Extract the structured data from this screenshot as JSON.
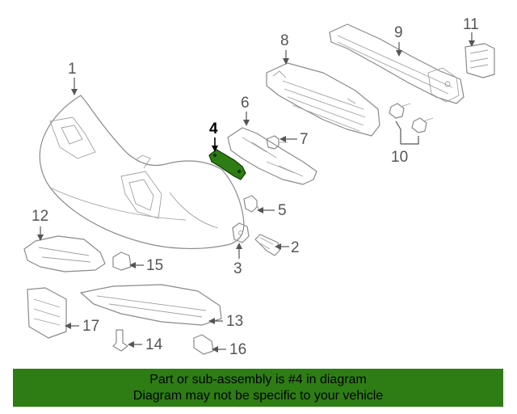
{
  "callouts": [
    {
      "id": "1",
      "label": "1",
      "highlight": false
    },
    {
      "id": "2",
      "label": "2",
      "highlight": false
    },
    {
      "id": "3",
      "label": "3",
      "highlight": false
    },
    {
      "id": "4",
      "label": "4",
      "highlight": true
    },
    {
      "id": "5",
      "label": "5",
      "highlight": false
    },
    {
      "id": "6",
      "label": "6",
      "highlight": false
    },
    {
      "id": "7",
      "label": "7",
      "highlight": false
    },
    {
      "id": "8",
      "label": "8",
      "highlight": false
    },
    {
      "id": "9",
      "label": "9",
      "highlight": false
    },
    {
      "id": "10",
      "label": "10",
      "highlight": false
    },
    {
      "id": "11",
      "label": "11",
      "highlight": false
    },
    {
      "id": "12",
      "label": "12",
      "highlight": false
    },
    {
      "id": "13",
      "label": "13",
      "highlight": false
    },
    {
      "id": "14",
      "label": "14",
      "highlight": false
    },
    {
      "id": "15",
      "label": "15",
      "highlight": false
    },
    {
      "id": "16",
      "label": "16",
      "highlight": false
    },
    {
      "id": "17",
      "label": "17",
      "highlight": false
    }
  ],
  "banner": {
    "line1": "Part or sub-assembly is #4 in diagram",
    "line2": "Diagram may not be specific to your vehicle",
    "color": "#2e7d14"
  },
  "highlight_color": "#2e7d14"
}
